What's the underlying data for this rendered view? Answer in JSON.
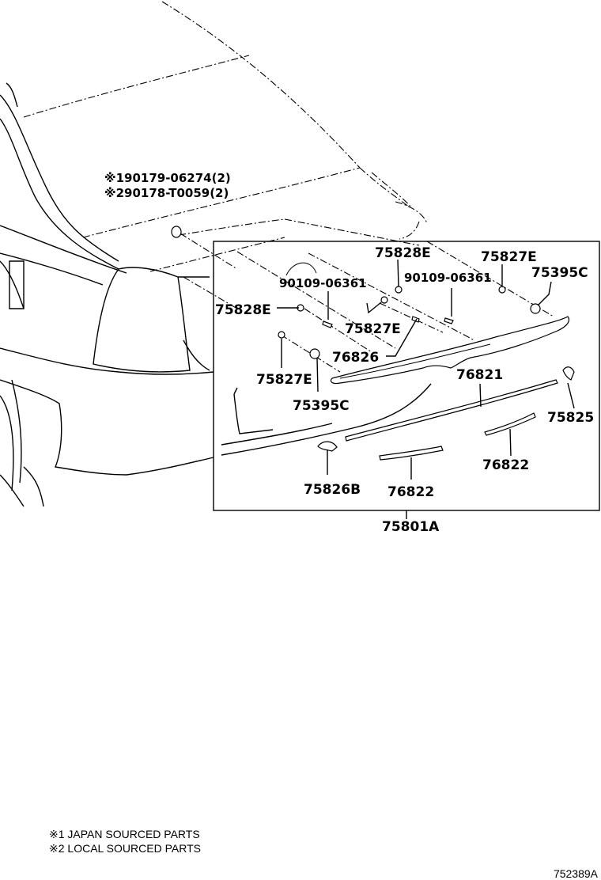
{
  "callouts": {
    "spec1": "※190179-06274(2)",
    "spec2": "※290178-T0059(2)",
    "p75828E_a": "75828E",
    "p75827E_a": "75827E",
    "p75395C_a": "75395C",
    "p90109_a": "90109-06361",
    "p90109_b": "90109-06361",
    "p75828E_b": "75828E",
    "p75827E_b": "75827E",
    "p76826": "76826",
    "p75827E_c": "75827E",
    "p75395C_b": "75395C",
    "p76821": "76821",
    "p75825": "75825",
    "p76822_a": "76822",
    "p75826B": "75826B",
    "p76822_b": "76822",
    "p75801A": "75801A"
  },
  "notes": {
    "note1": "※1 JAPAN SOURCED PARTS",
    "note2": "※2 LOCAL SOURCED PARTS"
  },
  "figure_id": "752389A"
}
